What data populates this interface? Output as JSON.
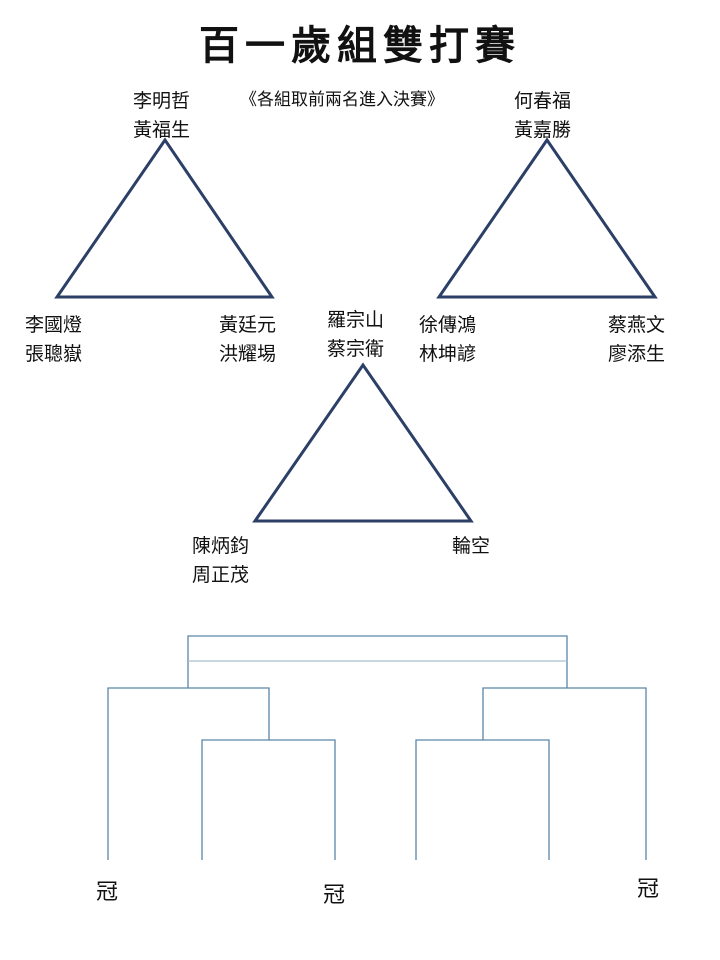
{
  "title": "百一歲組雙打賽",
  "subtitle": "《各組取前兩名進入決賽》",
  "groups": [
    {
      "top": {
        "line1": "李明哲",
        "line2": "黃福生"
      },
      "left": {
        "line1": "李國燈",
        "line2": "張聰嶽"
      },
      "right": {
        "line1": "黃廷元",
        "line2": "洪耀埸"
      }
    },
    {
      "top": {
        "line1": "何春福",
        "line2": "黃嘉勝"
      },
      "left": {
        "line1": "徐傳鴻",
        "line2": "林坤諺"
      },
      "right": {
        "line1": "蔡燕文",
        "line2": "廖添生"
      }
    },
    {
      "top": {
        "line1": "羅宗山",
        "line2": "蔡宗衛"
      },
      "left": {
        "line1": "陳炳鈞",
        "line2": "周正茂"
      },
      "right": {
        "line1": "輪空"
      }
    }
  ],
  "bracket": {
    "labels": [
      "冠",
      "冠",
      "冠"
    ]
  },
  "colors": {
    "triangle": "#2c3f66",
    "bracket": "#5b86a8",
    "text": "#111111"
  }
}
